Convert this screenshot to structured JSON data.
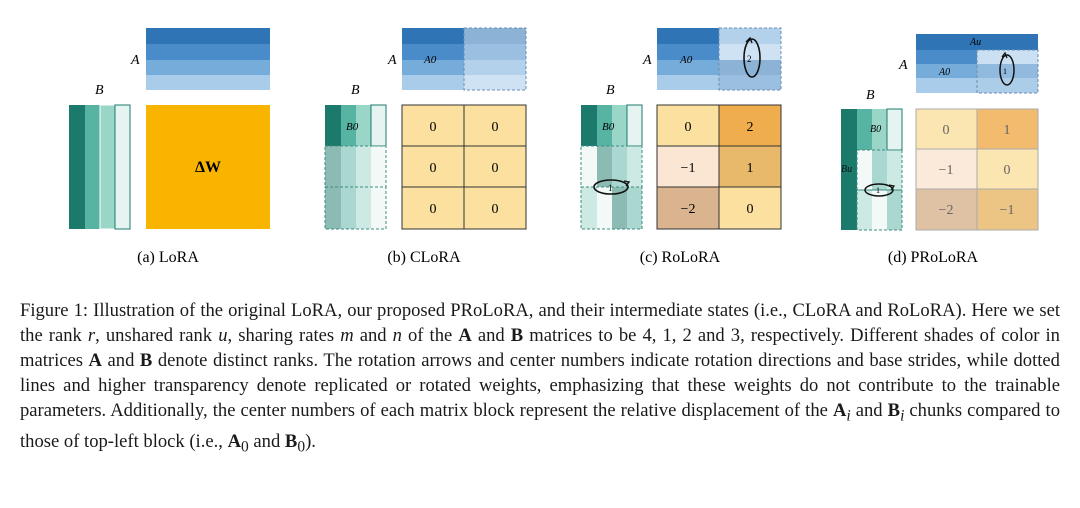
{
  "panels": {
    "a": {
      "label_A": "A",
      "label_B": "B",
      "delta": "ΔW",
      "caption": "(a) LoRA"
    },
    "b": {
      "label_A": "A",
      "label_B": "B",
      "a0": "A0",
      "b0": "B0",
      "cells": [
        "0",
        "0",
        "0",
        "0",
        "0",
        "0"
      ],
      "caption": "(b) CLoRA"
    },
    "c": {
      "label_A": "A",
      "label_B": "B",
      "a0": "A0",
      "b0": "B0",
      "cells": [
        "0",
        "2",
        "−1",
        "1",
        "−2",
        "0"
      ],
      "rot_a_num": "2",
      "rot_b_num": "1",
      "caption": "(c) RoLoRA"
    },
    "d": {
      "label_A": "A",
      "label_B": "B",
      "a0": "A0",
      "b0": "B0",
      "au": "Au",
      "bu": "Bu",
      "cells": [
        "0",
        "1",
        "−1",
        "0",
        "−2",
        "−1"
      ],
      "rot_a_num": "1",
      "rot_b_num": "1",
      "caption": "(d) PRoLoRA"
    }
  },
  "colors": {
    "a_blues": [
      "#2f74b5",
      "#4a8cc9",
      "#76acd9",
      "#a9cceb"
    ],
    "b_greens": [
      "#1b7a6c",
      "#57b3a2",
      "#9ad6c8",
      "#e6f4f1"
    ],
    "delta_w": "#f9b400",
    "cell_pale": "#fbe0a0",
    "cell_orange": "#f0ad4e",
    "cell_peach": "#fbe6d3",
    "cell_tan": "#d9b48f"
  },
  "caption": {
    "part1": "Figure 1: Illustration of the original LoRA, our proposed PRoLoRA, and their intermediate states (i.e., CLoRA and RoLoRA). Here we set the rank ",
    "r": "r",
    "part2": ", unshared rank ",
    "u": "u",
    "part3": ", sharing rates ",
    "m": "m",
    "part4": " and ",
    "n": "n",
    "part5": " of the ",
    "A": "A",
    "part6": " and ",
    "B": "B",
    "part7": " matrices to be 4, 1, 2 and 3, respectively. Different shades of color in matrices ",
    "A2": "A",
    "part8": " and ",
    "B2": "B",
    "part9": " denote distinct ranks. The rotation arrows and center numbers indicate rotation directions and base strides, while dotted lines and higher transparency denote replicated or rotated weights, emphasizing that these weights do not contribute to the trainable parameters. Additionally, the center numbers of each matrix block represent the relative displacement of the ",
    "Ai": "A",
    "Ai_sub": "i",
    "part10": " and ",
    "Bi": "B",
    "Bi_sub": "i",
    "part11": " chunks compared to those of top-left block (i.e., ",
    "A0": "A",
    "A0_sub": "0",
    "part12": " and ",
    "B0": "B",
    "B0_sub": "0",
    "part13": ")."
  }
}
